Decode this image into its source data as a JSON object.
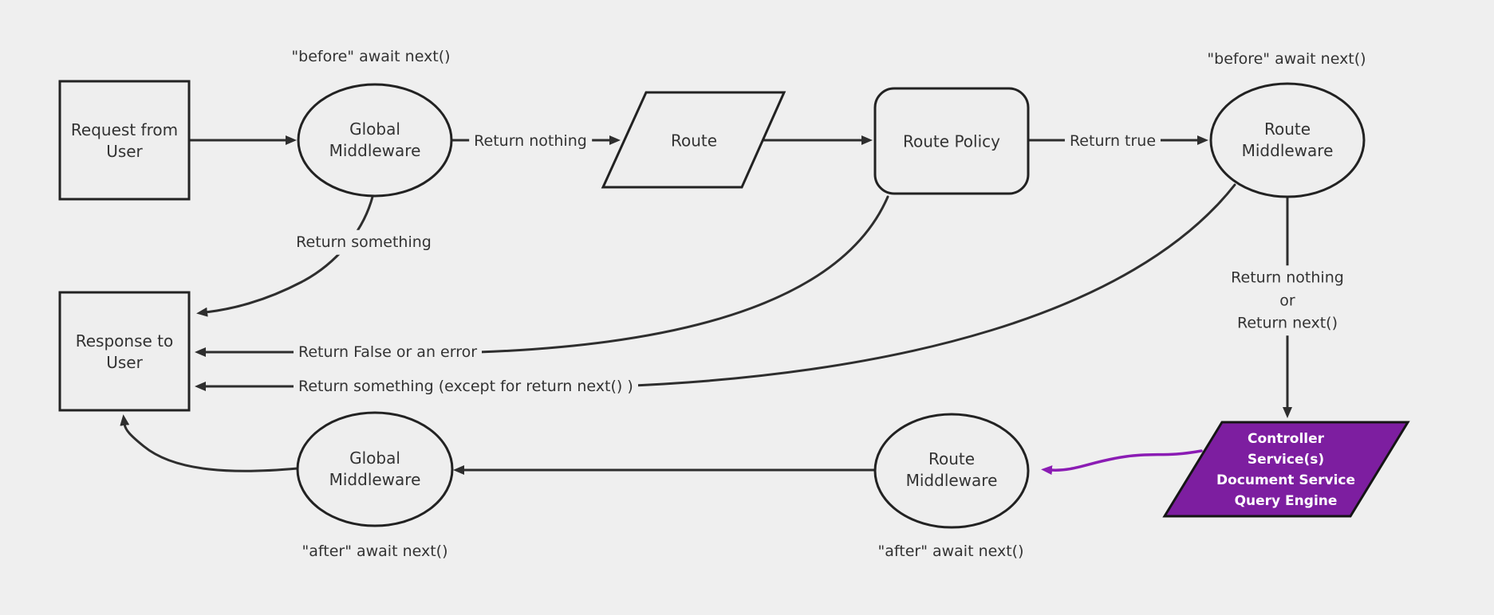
{
  "diagram": {
    "nodes": {
      "request": {
        "label": "Request from\nUser"
      },
      "global_middleware_top": {
        "label": "Global\nMiddleware"
      },
      "route": {
        "label": "Route"
      },
      "route_policy": {
        "label": "Route Policy"
      },
      "route_middleware_top": {
        "label": "Route\nMiddleware"
      },
      "response": {
        "label": "Response to\nUser"
      },
      "global_middleware_bottom": {
        "label": "Global\nMiddleware"
      },
      "route_middleware_bottom": {
        "label": "Route\nMiddleware"
      },
      "controller": {
        "label": "Controller\nService(s)\nDocument Service\nQuery Engine"
      }
    },
    "annotations": {
      "before_global": "\"before\" await next()",
      "before_route": "\"before\" await next()",
      "after_global": "\"after\" await next()",
      "after_route": "\"after\" await next()"
    },
    "edge_labels": {
      "return_nothing": "Return nothing",
      "return_true": "Return true",
      "return_something": "Return something",
      "return_false": "Return False or an error",
      "return_something_except": "Return something (except for return next() )",
      "return_nothing_or_next": "Return nothing\nor\nReturn next()"
    }
  },
  "colors": {
    "background": "#efefef",
    "node_fill": "#eeeeee",
    "node_stroke": "#222222",
    "edge_stroke": "#2e2e2e",
    "text": "#333333",
    "highlight_fill": "#7d1ea0",
    "highlight_stroke": "#151515",
    "highlight_edge": "#8b1cb4",
    "highlight_text": "#ffffff"
  }
}
